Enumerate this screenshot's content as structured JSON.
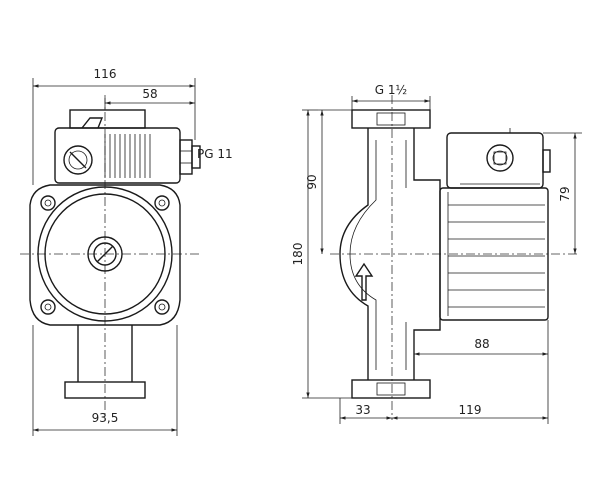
{
  "drawing": {
    "dims": {
      "overall_width_front": "116",
      "to_terminal_box": "58",
      "cable_gland": "PG 11",
      "base_width": "93,5",
      "thread": "G 1½",
      "height_to_axis_top": "90",
      "overall_height": "180",
      "box_height": "79",
      "motor_depth": "88",
      "port_to_axis": "33",
      "axis_to_motor_end": "119"
    }
  }
}
